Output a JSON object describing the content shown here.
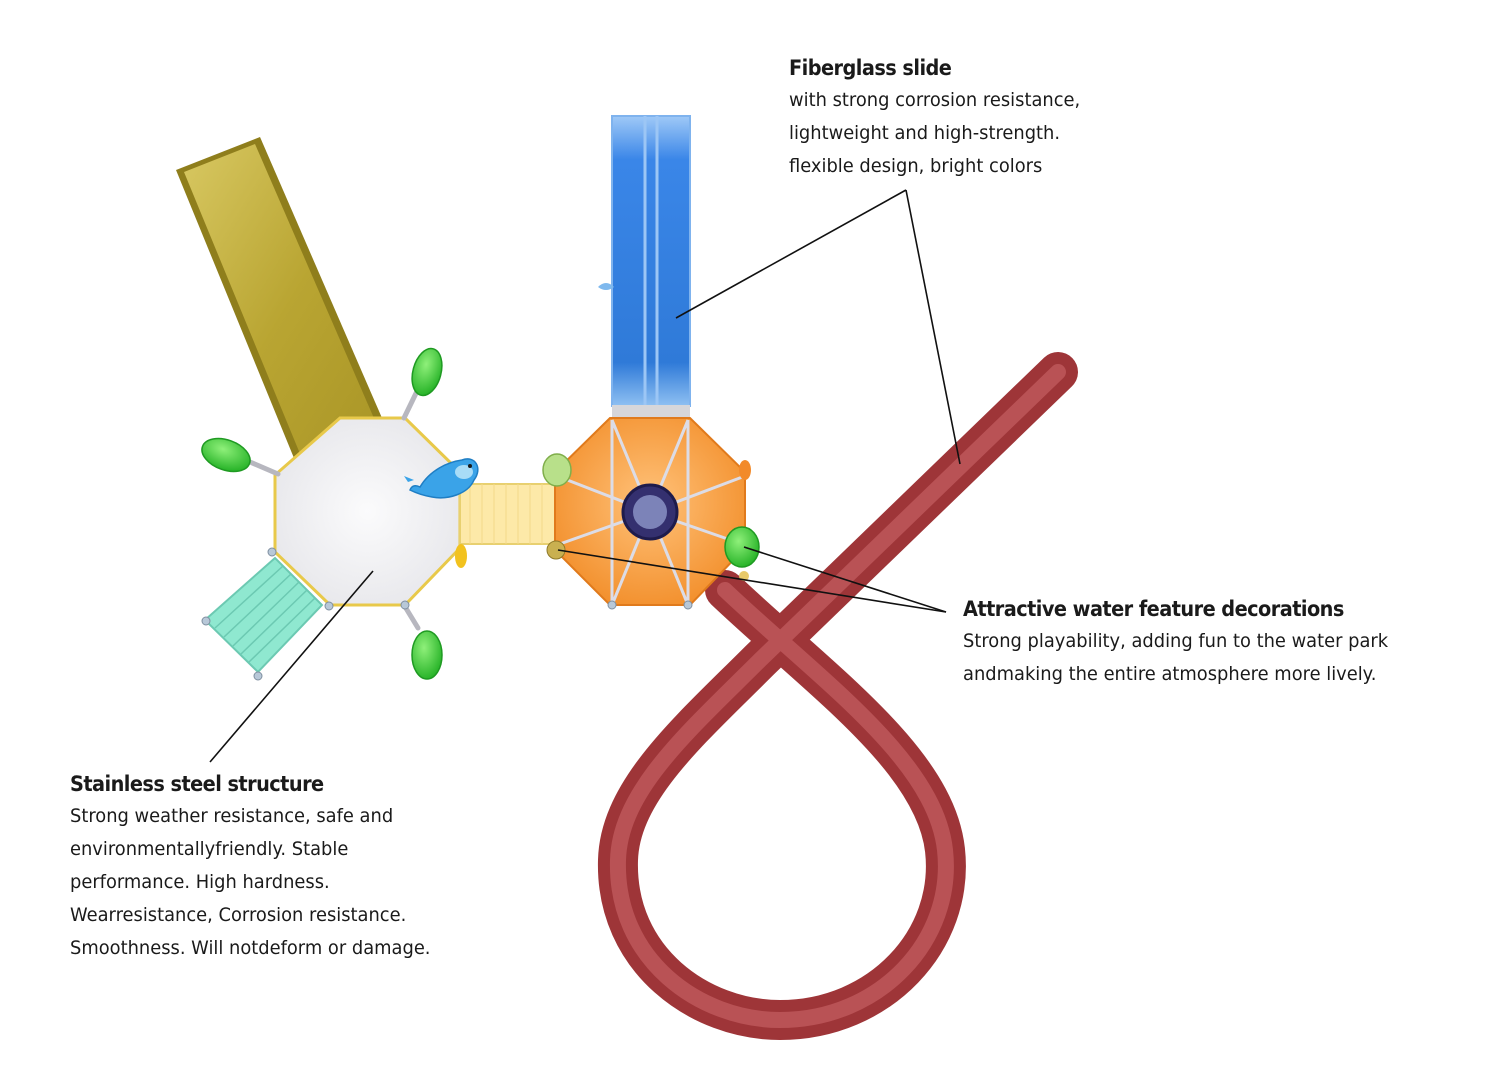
{
  "callouts": {
    "fiberglass": {
      "title": "Fiberglass slide",
      "lines": [
        "with strong corrosion resistance,",
        "lightweight and high-strength.",
        "flexible design, bright colors"
      ]
    },
    "water": {
      "title": "Attractive water feature decorations",
      "lines": [
        "Strong playability, adding fun to the water park",
        "andmaking the entire atmosphere more lively."
      ]
    },
    "steel": {
      "title": "Stainless steel structure",
      "lines": [
        "Strong weather resistance, safe and",
        "environmentallyfriendly. Stable",
        "performance. High hardness.",
        "Wearresistance, Corrosion resistance.",
        "Smoothness. Will notdeform or damage."
      ]
    }
  },
  "colors": {
    "yellow_slide": "#c9b43a",
    "blue_slide": "#3f8fe6",
    "red_tube": "#b8484c",
    "orange_platform": "#f5a03c",
    "white_platform": "#f2f2f4",
    "mint_stairs": "#8fe8d0",
    "leaf_green": "#3ccf3a"
  }
}
